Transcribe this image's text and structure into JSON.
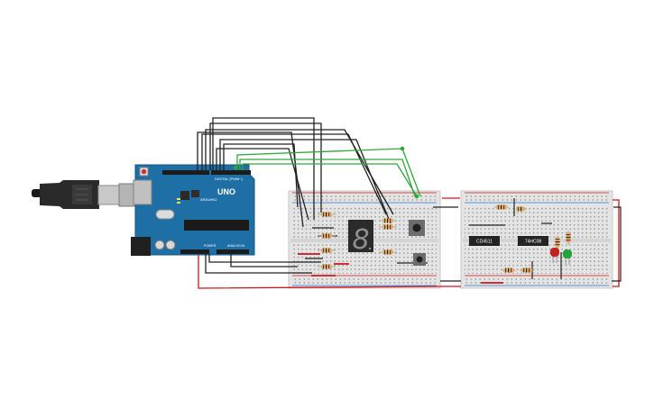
{
  "arduino": {
    "model_label": "UNO",
    "brand_label": "ARDUINO",
    "digital_label": "DIGITAL (PWM~)",
    "power_label": "POWER",
    "analog_label": "ANALOG IN"
  },
  "ics": [
    {
      "label": "CD4511"
    },
    {
      "label": "74HC08"
    }
  ],
  "display": {
    "digit": "8"
  },
  "colors": {
    "breadboard": "#e4e4e4",
    "arduino_board": "#1e6ea6",
    "wire_black": "#222222",
    "wire_green": "#2fa83a",
    "wire_red": "#d0141a",
    "led_red": "#c42020",
    "led_green": "#23a13a"
  }
}
